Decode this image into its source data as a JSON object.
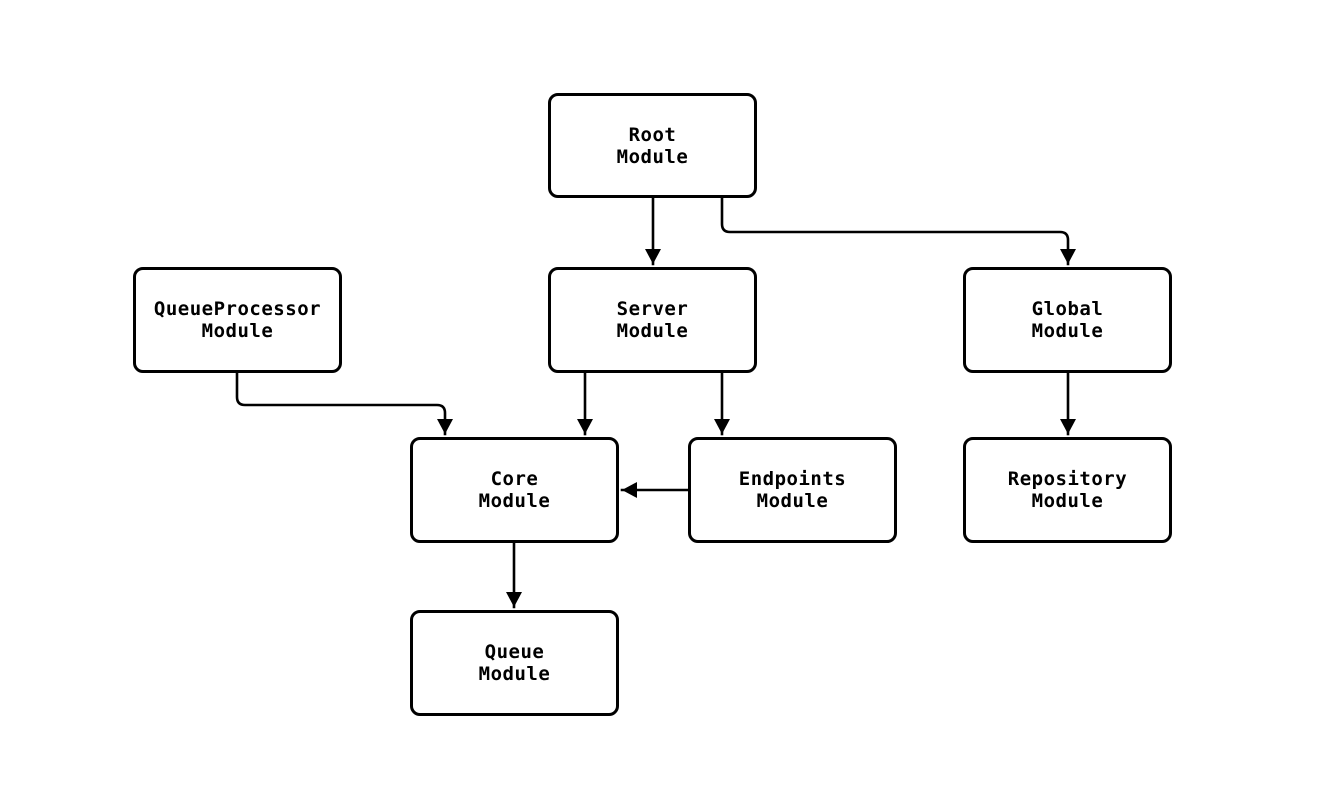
{
  "diagram": {
    "background_color": "#ffffff",
    "node_fill_color": "#ffffff",
    "node_border_color": "#000000",
    "edge_color": "#000000",
    "text_color": "#000000",
    "nodes": {
      "root": {
        "label": "Root\nModule"
      },
      "queueprocessor": {
        "label": "QueueProcessor\nModule"
      },
      "server": {
        "label": "Server\nModule"
      },
      "global": {
        "label": "Global\nModule"
      },
      "core": {
        "label": "Core\nModule"
      },
      "endpoints": {
        "label": "Endpoints\nModule"
      },
      "repository": {
        "label": "Repository\nModule"
      },
      "queue": {
        "label": "Queue\nModule"
      }
    },
    "edges": [
      {
        "from": "Root Module",
        "to": "Server Module"
      },
      {
        "from": "Root Module",
        "to": "Global Module"
      },
      {
        "from": "QueueProcessor Module",
        "to": "Core Module"
      },
      {
        "from": "Server Module",
        "to": "Core Module"
      },
      {
        "from": "Server Module",
        "to": "Endpoints Module"
      },
      {
        "from": "Endpoints Module",
        "to": "Core Module"
      },
      {
        "from": "Global Module",
        "to": "Repository Module"
      },
      {
        "from": "Core Module",
        "to": "Queue Module"
      }
    ]
  }
}
